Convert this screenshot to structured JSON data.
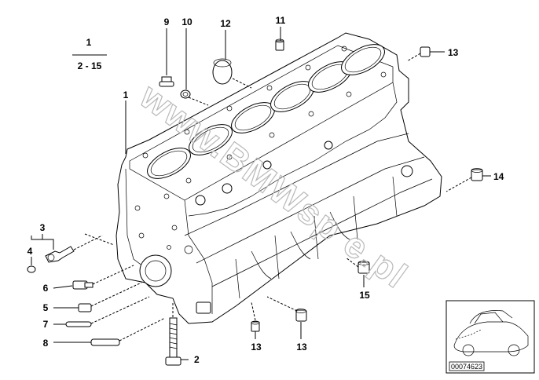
{
  "diagram": {
    "watermark": "www.BMWsp e.pl",
    "assembly_ref": {
      "top": "1",
      "range": "2 - 15"
    },
    "callouts": [
      {
        "id": "c1",
        "label": "1"
      },
      {
        "id": "c2",
        "label": "2"
      },
      {
        "id": "c3",
        "label": "3"
      },
      {
        "id": "c4",
        "label": "4"
      },
      {
        "id": "c5",
        "label": "5"
      },
      {
        "id": "c6",
        "label": "6"
      },
      {
        "id": "c7",
        "label": "7"
      },
      {
        "id": "c8",
        "label": "8"
      },
      {
        "id": "c9",
        "label": "9"
      },
      {
        "id": "c10",
        "label": "10"
      },
      {
        "id": "c11",
        "label": "11"
      },
      {
        "id": "c12",
        "label": "12"
      },
      {
        "id": "c13a",
        "label": "13"
      },
      {
        "id": "c13b",
        "label": "13"
      },
      {
        "id": "c13c",
        "label": "13"
      },
      {
        "id": "c14",
        "label": "14"
      },
      {
        "id": "c15",
        "label": "15"
      }
    ],
    "thumbnail": {
      "code": "00074623"
    }
  }
}
